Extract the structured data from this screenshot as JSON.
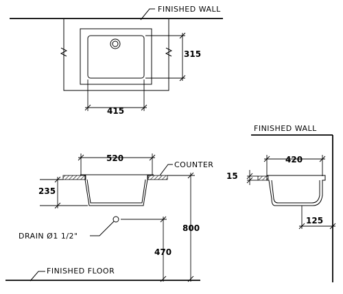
{
  "labels": {
    "finished_wall_top": "FINISHED WALL",
    "finished_wall_side": "FINISHED WALL",
    "counter": "COUNTER",
    "drain": "DRAIN Ø1 1/2\"",
    "finished_floor": "FINISHED FLOOR"
  },
  "dimensions": {
    "plan_depth": "315",
    "plan_width": "415",
    "overall_width": "520",
    "bowl_depth": "235",
    "counter_height": "800",
    "drain_height": "470",
    "side_width": "420",
    "rim_thickness": "15",
    "side_bottom": "125"
  }
}
